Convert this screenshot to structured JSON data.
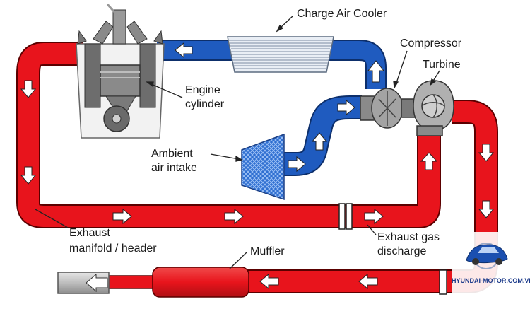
{
  "labels": {
    "charge_air_cooler": "Charge Air Cooler",
    "compressor": "Compressor",
    "turbine": "Turbine",
    "engine_cylinder_line1": "Engine",
    "engine_cylinder_line2": "cylinder",
    "ambient_line1": "Ambient",
    "ambient_line2": "air intake",
    "exhaust_manifold_line1": "Exhaust",
    "exhaust_manifold_line2": "manifold / header",
    "exhaust_gas_line1": "Exhaust gas",
    "exhaust_gas_line2": "discharge",
    "muffler": "Muffler"
  },
  "watermark": {
    "text": "HYUNDAI-MOTOR.COM.VN"
  },
  "colors": {
    "hot_exhaust": "#e8141c",
    "cool_intake": "#1f5bbf",
    "pipe_outline": "#5a0000",
    "engine_gray": "#707070",
    "turbo_gray": "#8a8a8a"
  }
}
